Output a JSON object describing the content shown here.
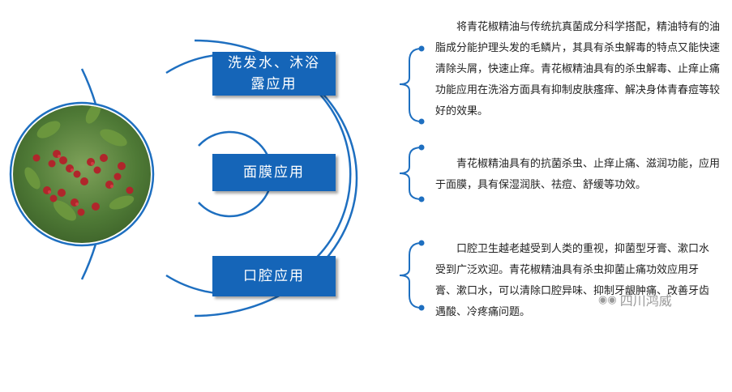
{
  "colors": {
    "primary_blue": "#1565b8",
    "line_blue": "#1e6fc0",
    "text": "#222222"
  },
  "sections": [
    {
      "id": "shampoo",
      "label_lines": [
        "洗发水、沐浴",
        "露应用"
      ],
      "description": "将青花椒精油与传统抗真菌成分科学搭配，精油特有的油脂成分能护理头发的毛鳞片，其具有杀虫解毒的特点又能快速清除头屑，快速止痒。青花椒精油具有的杀虫解毒、止痒止痛功能应用在洗浴方面具有抑制皮肤瘙痒、解决身体青春痘等较好的效果。"
    },
    {
      "id": "mask",
      "label_lines": [
        "面膜应用"
      ],
      "description": "青花椒精油具有的抗菌杀虫、止痒止痛、滋润功能，应用于面膜，具有保湿润肤、祛痘、舒缓等功效。"
    },
    {
      "id": "oral",
      "label_lines": [
        "口腔应用"
      ],
      "description": "口腔卫生越老越受到人类的重视，抑菌型牙膏、漱口水受到广泛欢迎。青花椒精油具有杀虫抑菌止痛功效应用牙膏、漱口水，可以清除口腔异味、抑制牙龈肿痛、改善牙齿遇酸、冷疼痛问题。"
    }
  ],
  "watermark": {
    "text": "四川鸿威",
    "icon": "wechat-icon"
  }
}
